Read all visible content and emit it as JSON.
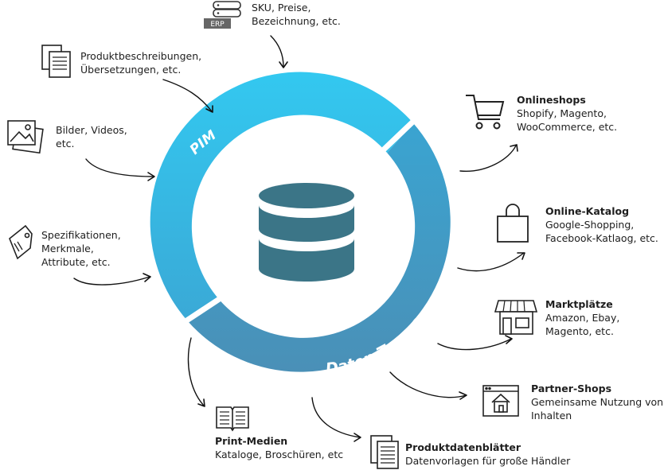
{
  "ring": {
    "segment_top_label": "PIM",
    "segment_bottom_label": "Daten Transformation",
    "colors": {
      "light": "#33c8f0",
      "mid": "#3aa9d6",
      "dark": "#3f8fb8",
      "db": "#3b7587"
    }
  },
  "inputs": [
    {
      "id": "erp",
      "badge": "ERP",
      "lines": [
        "SKU, Preise,",
        "Bezeichnung, etc."
      ]
    },
    {
      "id": "descriptions",
      "lines": [
        "Produktbeschreibungen,",
        "Übersetzungen, etc."
      ]
    },
    {
      "id": "media",
      "lines": [
        "Bilder, Videos,",
        "etc."
      ]
    },
    {
      "id": "specs",
      "lines": [
        "Spezifikationen,",
        "Merkmale,",
        "Attribute, etc."
      ]
    }
  ],
  "outputs": [
    {
      "id": "onlineshops",
      "title": "Onlineshops",
      "lines": [
        "Shopify, Magento,",
        "WooCommerce, etc."
      ]
    },
    {
      "id": "online-katalog",
      "title": "Online-Katalog",
      "lines": [
        "Google-Shopping,",
        "Facebook-Katlaog, etc."
      ]
    },
    {
      "id": "marktplaetze",
      "title": "Marktplätze",
      "lines": [
        "Amazon, Ebay,",
        "Magento, etc."
      ]
    },
    {
      "id": "partner-shops",
      "title": "Partner-Shops",
      "lines": [
        "Gemeinsame Nutzung von",
        "Inhalten"
      ]
    },
    {
      "id": "produktdatenblaetter",
      "title": "Produktdatenblätter",
      "lines": [
        "Datenvorlagen für große Händler"
      ]
    },
    {
      "id": "print-medien",
      "title": "Print-Medien",
      "lines": [
        "Kataloge, Broschüren, etc"
      ]
    }
  ]
}
